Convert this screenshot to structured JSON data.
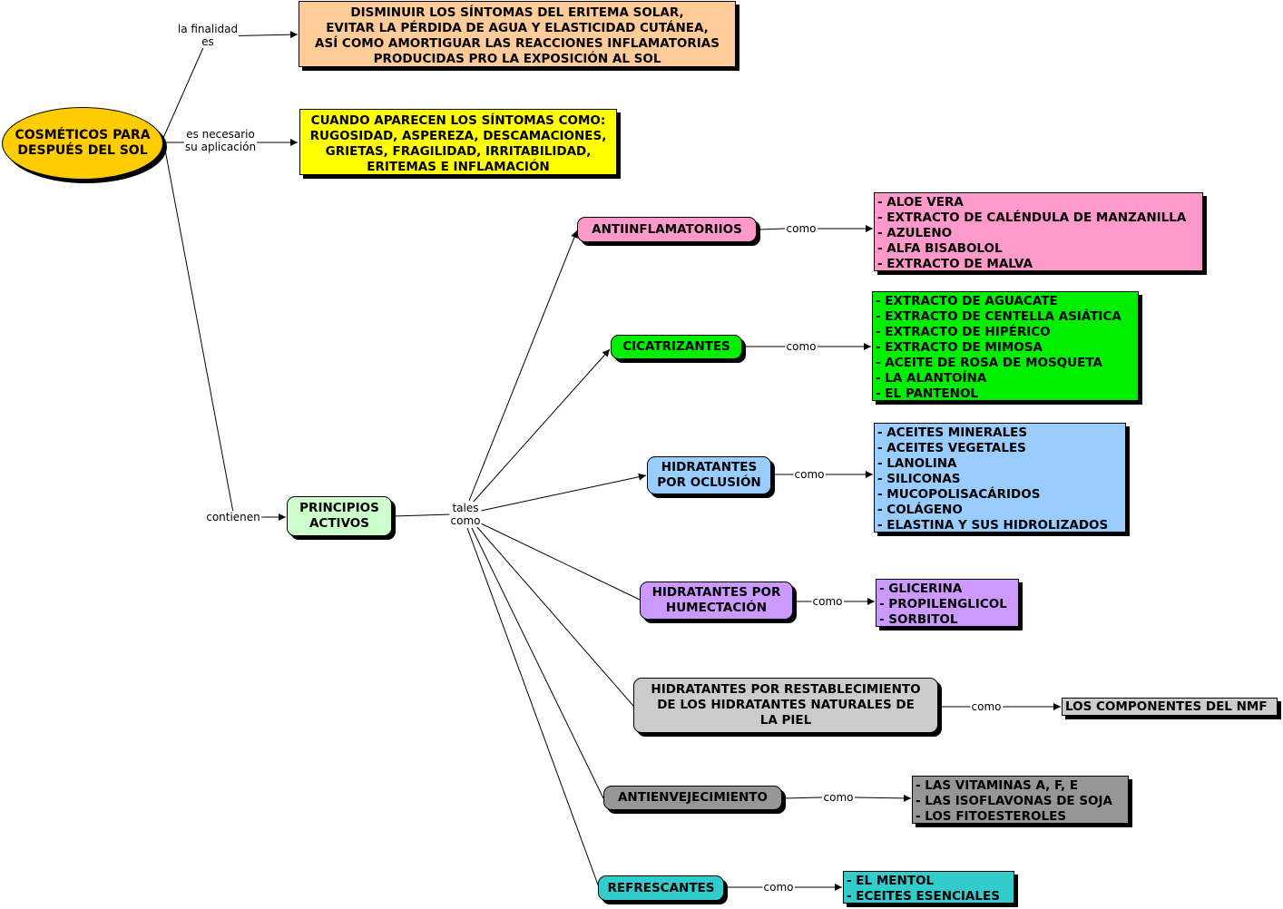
{
  "root": {
    "line1": "COSMÉTICOS PARA",
    "line2": "DESPUÉS DEL SOL"
  },
  "links": {
    "finalidad": [
      "la finalidad",
      "es"
    ],
    "necesario": [
      "es necesario",
      "su aplicación"
    ],
    "contienen": "contienen",
    "tales": [
      "tales",
      "como"
    ],
    "como": "como"
  },
  "purpose_box": [
    "DISMINUIR LOS SÍNTOMAS DEL ERITEMA SOLAR,",
    "EVITAR LA PÉRDIDA DE AGUA Y ELASTICIDAD CUTÁNEA,",
    "ASÍ COMO AMORTIGUAR LAS REACCIONES INFLAMATORIAS",
    "PRODUCIDAS PRO LA EXPOSICIÓN AL SOL"
  ],
  "symptoms_box": [
    "CUANDO APARECEN LOS SÍNTOMAS COMO:",
    "RUGOSIDAD, ASPEREZA, DESCAMACIONES,",
    "GRIETAS, FRAGILIDAD, IRRITABILIDAD,",
    "ERITEMAS E INFLAMACIÓN"
  ],
  "principios": [
    "PRINCIPIOS",
    "ACTIVOS"
  ],
  "categories": [
    {
      "label": [
        "ANTIINFLAMATORIIOS"
      ],
      "color": "#ff99cc",
      "items": [
        "- ALOE VERA",
        "- EXTRACTO DE CALÉNDULA DE MANZANILLA",
        "- AZULENO",
        "- ALFA BISABOLOL",
        "- EXTRACTO DE MALVA"
      ]
    },
    {
      "label": [
        "CICATRIZANTES"
      ],
      "color": "#00ee00",
      "items": [
        "- EXTRACTO DE AGUACATE",
        "- EXTRACTO DE CENTELLA ASIÁTICA",
        "- EXTRACTO DE HIPÉRICO",
        "- EXTRACTO DE MIMOSA",
        "- ACEITE DE ROSA DE MOSQUETA",
        "- LA ALANTOÍNA",
        "- EL PANTENOL"
      ]
    },
    {
      "label": [
        "HIDRATANTES",
        "POR OCLUSIÓN"
      ],
      "color": "#99ccff",
      "items": [
        "- ACEITES MINERALES",
        "- ACEITES VEGETALES",
        "- LANOLINA",
        "- SILICONAS",
        "- MUCOPOLISACÁRIDOS",
        "- COLÁGENO",
        "- ELASTINA Y SUS HIDROLIZADOS"
      ]
    },
    {
      "label": [
        "HIDRATANTES POR",
        "HUMECTACIÓN"
      ],
      "color": "#cc99ff",
      "items": [
        "- GLICERINA",
        "- PROPILENGLICOL",
        "- SORBITOL"
      ]
    },
    {
      "label": [
        "HIDRATANTES POR RESTABLECIMIENTO",
        "DE LOS HIDRATANTES NATURALES DE",
        "LA PIEL"
      ],
      "color": "#cccccc",
      "items": [
        "LOS COMPONENTES DEL NMF"
      ]
    },
    {
      "label": [
        "ANTIENVEJECIMIENTO"
      ],
      "color": "#969696",
      "items": [
        "- LAS VITAMINAS A, F, E",
        "- LAS ISOFLAVONAS DE SOJA",
        "- LOS FITOESTEROLES"
      ]
    },
    {
      "label": [
        "REFRESCANTES"
      ],
      "color": "#33cccc",
      "items": [
        "- EL MENTOL",
        "- ECEITES ESENCIALES"
      ]
    }
  ],
  "colors": {
    "root": "#ffcc00",
    "purpose": "#ffcc99",
    "symptoms": "#ffff00",
    "principios": "#ccffcc"
  }
}
